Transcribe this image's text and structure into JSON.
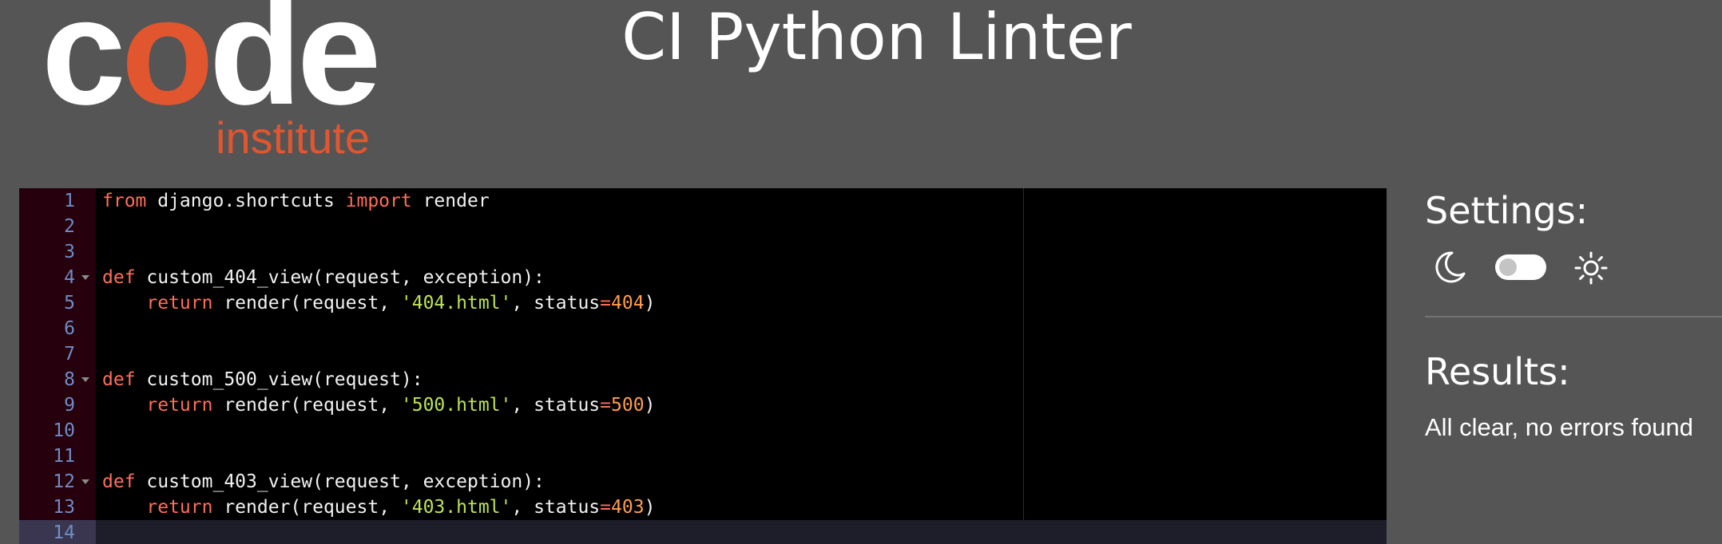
{
  "logo": {
    "word_start": "c",
    "word_accent": "o",
    "word_end": "de",
    "tagline": "institute"
  },
  "header": {
    "title": "CI Python Linter"
  },
  "colors": {
    "background": "#555555",
    "brand_accent": "#e1562f",
    "editor_background": "#000000",
    "keyword": "#ff6d5d",
    "string": "#bde356",
    "number": "#ff9d4d"
  },
  "editor": {
    "active_line": 14,
    "lines": [
      {
        "number": "1",
        "fold": false,
        "tokens": [
          {
            "t": "kw",
            "v": "from"
          },
          {
            "t": "tx",
            "v": " django.shortcuts "
          },
          {
            "t": "kw",
            "v": "import"
          },
          {
            "t": "tx",
            "v": " render"
          }
        ]
      },
      {
        "number": "2",
        "fold": false,
        "tokens": []
      },
      {
        "number": "3",
        "fold": false,
        "tokens": []
      },
      {
        "number": "4",
        "fold": true,
        "tokens": [
          {
            "t": "kw",
            "v": "def"
          },
          {
            "t": "tx",
            "v": " custom_404_view(request, exception):"
          }
        ]
      },
      {
        "number": "5",
        "fold": false,
        "tokens": [
          {
            "t": "tx",
            "v": "    "
          },
          {
            "t": "kw",
            "v": "return"
          },
          {
            "t": "tx",
            "v": " render(request, "
          },
          {
            "t": "str",
            "v": "'404.html'"
          },
          {
            "t": "tx",
            "v": ", status"
          },
          {
            "t": "op",
            "v": "="
          },
          {
            "t": "num",
            "v": "404"
          },
          {
            "t": "tx",
            "v": ")"
          }
        ]
      },
      {
        "number": "6",
        "fold": false,
        "tokens": []
      },
      {
        "number": "7",
        "fold": false,
        "tokens": []
      },
      {
        "number": "8",
        "fold": true,
        "tokens": [
          {
            "t": "kw",
            "v": "def"
          },
          {
            "t": "tx",
            "v": " custom_500_view(request):"
          }
        ]
      },
      {
        "number": "9",
        "fold": false,
        "tokens": [
          {
            "t": "tx",
            "v": "    "
          },
          {
            "t": "kw",
            "v": "return"
          },
          {
            "t": "tx",
            "v": " render(request, "
          },
          {
            "t": "str",
            "v": "'500.html'"
          },
          {
            "t": "tx",
            "v": ", status"
          },
          {
            "t": "op",
            "v": "="
          },
          {
            "t": "num",
            "v": "500"
          },
          {
            "t": "tx",
            "v": ")"
          }
        ]
      },
      {
        "number": "10",
        "fold": false,
        "tokens": []
      },
      {
        "number": "11",
        "fold": false,
        "tokens": []
      },
      {
        "number": "12",
        "fold": true,
        "tokens": [
          {
            "t": "kw",
            "v": "def"
          },
          {
            "t": "tx",
            "v": " custom_403_view(request, exception):"
          }
        ]
      },
      {
        "number": "13",
        "fold": false,
        "tokens": [
          {
            "t": "tx",
            "v": "    "
          },
          {
            "t": "kw",
            "v": "return"
          },
          {
            "t": "tx",
            "v": " render(request, "
          },
          {
            "t": "str",
            "v": "'403.html'"
          },
          {
            "t": "tx",
            "v": ", status"
          },
          {
            "t": "op",
            "v": "="
          },
          {
            "t": "num",
            "v": "403"
          },
          {
            "t": "tx",
            "v": ")"
          }
        ]
      },
      {
        "number": "14",
        "fold": false,
        "tokens": []
      }
    ]
  },
  "settings": {
    "heading": "Settings:",
    "dark_icon": "moon-icon",
    "light_icon": "sun-icon",
    "theme_toggle_on": false
  },
  "results": {
    "heading": "Results:",
    "message": "All clear, no errors found"
  }
}
